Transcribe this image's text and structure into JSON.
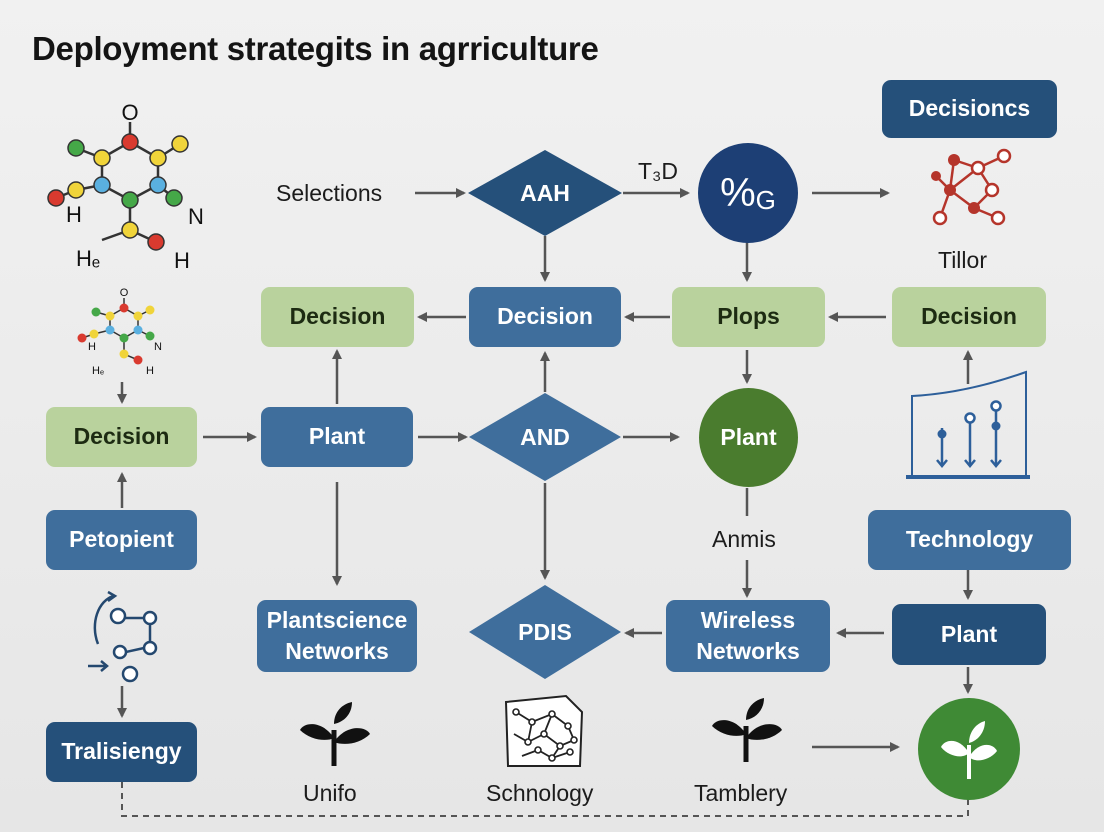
{
  "title": "Deployment strategits in agrriculture",
  "colors": {
    "blue": "#3f6e9c",
    "navy": "#25507a",
    "green_box": "#b9d29d",
    "circle_navy": "#1d3f75",
    "circle_green": "#4a7c2e",
    "arrow": "#555555"
  },
  "icons": [
    "molecule-icon",
    "molecule-small-icon",
    "network-graph-icon",
    "bar-chart-icon",
    "flow-cycle-icon",
    "sprout-icon",
    "circuit-map-icon",
    "leaf-circle-icon"
  ],
  "molecule_large": {
    "o": "O",
    "h1": "H",
    "n": "N",
    "he": "Hₑ",
    "h2": "H"
  },
  "molecule_small": {
    "o": "O",
    "h1": "H",
    "n": "N",
    "he": "Hₑ",
    "h2": "H"
  },
  "nodes": {
    "selections": "Selections",
    "aah": "AAH",
    "t3d": "T₃D",
    "circle_top": "%",
    "circle_top_sub": "G",
    "decisions_top": "Decisioncs",
    "tillor": "Tillor",
    "decision_1": "Decision",
    "decision_2": "Decision",
    "plops": "Plops",
    "decision_3": "Decision",
    "decision_4": "Decision",
    "plant_1": "Plant",
    "and": "AND",
    "plant_circle": "Plant",
    "anmis": "Anmis",
    "petopient": "Petopient",
    "technology": "Technology",
    "plantscience": "Plantscience Networks",
    "pdis": "PDIS",
    "wireless": "Wireless Networks",
    "plant_2": "Plant",
    "tralisiengy": "Tralisiengy",
    "unifo": "Unifo",
    "schnology": "Schnology",
    "tamblery": "Tamblery"
  }
}
